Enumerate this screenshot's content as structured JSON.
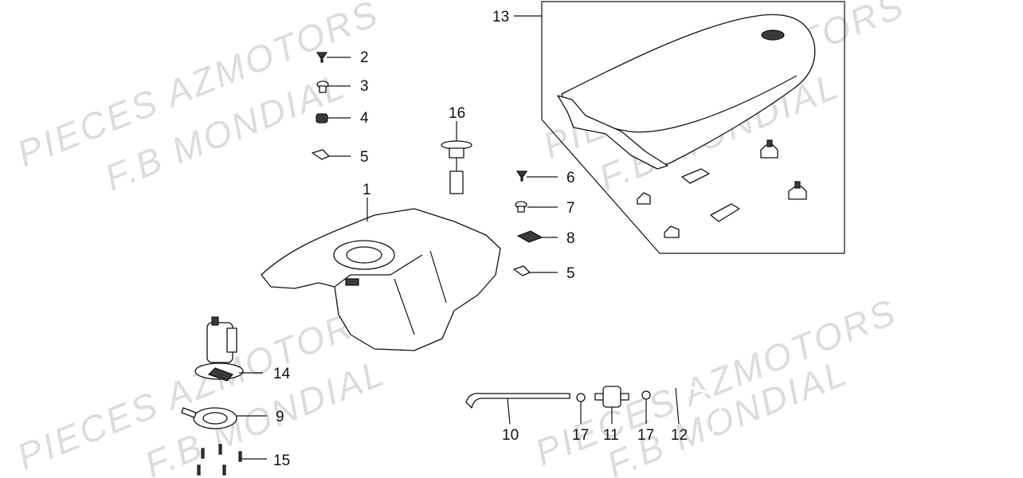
{
  "watermarks": {
    "line1": "PIECES AZMOTORS",
    "line2": "F.B MONDIAL"
  },
  "callouts": {
    "n1": "1",
    "n2": "2",
    "n3": "3",
    "n4": "4",
    "n5a": "5",
    "n5b": "5",
    "n6": "6",
    "n7": "7",
    "n8": "8",
    "n9": "9",
    "n10": "10",
    "n11": "11",
    "n12": "12",
    "n13": "13",
    "n14": "14",
    "n15": "15",
    "n16": "16",
    "n17a": "17",
    "n17b": "17"
  }
}
